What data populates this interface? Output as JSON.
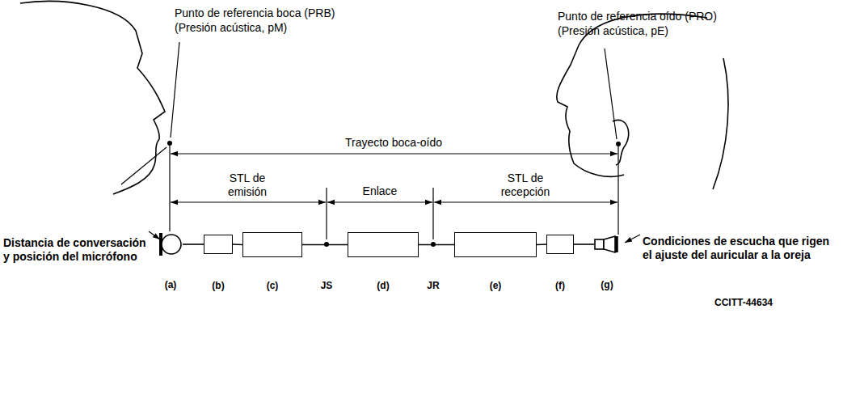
{
  "diagram": {
    "nodes": [
      {
        "text": [
          "(a)"
        ]
      },
      {
        "text": [
          "(b)"
        ]
      },
      {
        "text": [
          "(c)"
        ]
      },
      {
        "text": [
          "(d)"
        ]
      },
      {
        "text": [
          "(e)"
        ]
      },
      {
        "text": [
          "(f)"
        ]
      },
      {
        "text": [
          "(g)"
        ]
      }
    ],
    "edges": [
      {
        "from": 0,
        "to": 1,
        "arrow": "none"
      },
      {
        "from": 1,
        "to": 2,
        "arrow": "none"
      },
      {
        "from": 2,
        "to": 3,
        "arrow": "none"
      },
      {
        "from": 3,
        "to": 4,
        "arrow": "none"
      },
      {
        "from": 4,
        "to": 5,
        "arrow": "none"
      },
      {
        "from": 5,
        "to": 6,
        "arrow": "none"
      }
    ],
    "labels": [
      "Punto de referencia boca (PRB)",
      "(Presión acústica, pM)",
      "Punto de referencia oído (PRO)",
      "(Presión acústica, pE)",
      "Trayecto boca-oído",
      "Distancia de conversación y posición del micrófono",
      "STL de emisión",
      "Enlace",
      "STL de recepción",
      "Condiciones de escucha que rigen el ajuste del auricular a la oreja",
      "JS",
      "JR",
      "CCITT-44634"
    ]
  }
}
